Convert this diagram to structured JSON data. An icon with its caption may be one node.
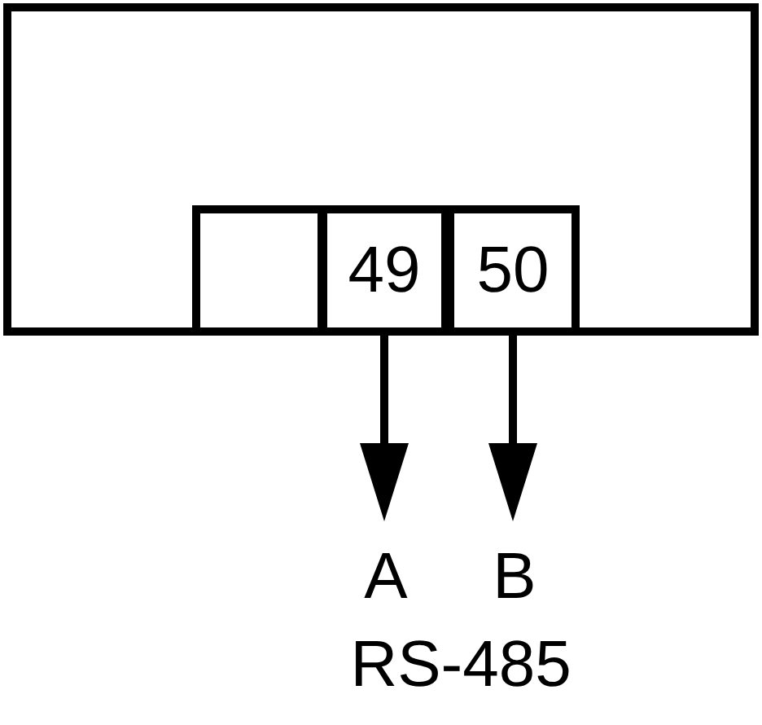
{
  "diagram": {
    "nodes": [
      {
        "text": [],
        "shape": "box"
      },
      {
        "text": [],
        "shape": "box",
        "in": 0
      },
      {
        "text": [
          "49"
        ],
        "in": 0
      },
      {
        "text": [
          "50"
        ],
        "in": 0
      },
      {
        "text": [
          "A"
        ]
      },
      {
        "text": [
          "B"
        ]
      }
    ],
    "edges": [
      {
        "from": 2,
        "to": 4,
        "arrow": "to"
      },
      {
        "from": 3,
        "to": 5,
        "arrow": "to"
      }
    ],
    "labels": [
      "RS-485"
    ]
  }
}
